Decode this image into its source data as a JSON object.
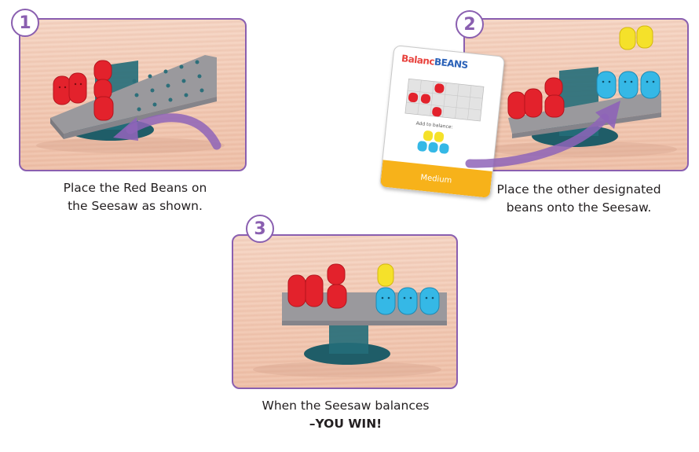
{
  "steps": [
    {
      "number": "1",
      "caption": "Place the Red Beans on the Seesaw as shown."
    },
    {
      "number": "2",
      "caption": "Place the other designated beans onto the Seesaw."
    },
    {
      "number": "3",
      "caption_line1": "When the Seesaw balances",
      "caption_line2": "–YOU WIN!"
    }
  ],
  "card": {
    "logo_part1": "Balanc",
    "logo_part2": "BEANS",
    "add_label": "Add to balance:",
    "level": "Medium"
  },
  "colors": {
    "frame": "#8a5fb0",
    "red_bean": "#e3222c",
    "blue_bean": "#35b8e6",
    "yellow_bean": "#f5e12a",
    "seesaw_base": "#236d79",
    "seesaw_board": "#98979b",
    "arrow": "#8e64b8",
    "card_level": "#f7b21a"
  }
}
